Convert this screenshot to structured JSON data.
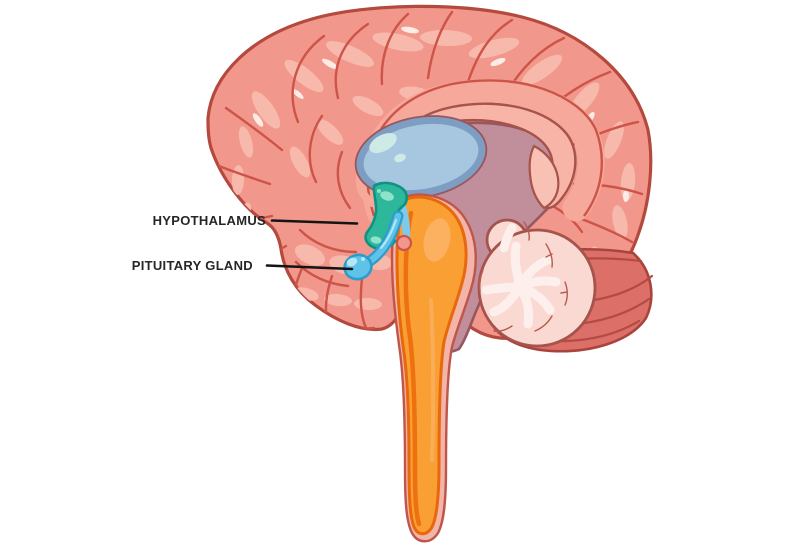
{
  "diagram": {
    "annotations": [
      {
        "label": "HYPOTHALAMUS"
      },
      {
        "label": "PITUITARY GLAND"
      }
    ],
    "parts": [
      "cerebrum",
      "cingulate-band",
      "corpus-callosum",
      "thalamus",
      "hypothalamus",
      "pituitary-gland",
      "brainstem",
      "spinal-cord",
      "cerebellum",
      "occipital-band"
    ]
  },
  "colors": {
    "background": "#ffffff",
    "cortex": "#f2978b",
    "cortex-light": "#f8b9ad",
    "cortex-glint": "#fdebe6",
    "gyri-line": "#cd5448",
    "brain-outline": "#b4493e",
    "cingulate": "#f6a99b",
    "corpus-callosum": "#f8b4a6",
    "cc-outline": "#a5534b",
    "flap": "#f8c1b4",
    "mauve": "#c18e9b",
    "mauve-outline": "#96575f",
    "thalamus-ring": "#7e9dc2",
    "thalamus-fill": "#a7c7e1",
    "thalamus-highlight": "#cdeae6",
    "band-fill": "#dc6f67",
    "band-stripe": "#b24b43",
    "band-outline": "#a8443c",
    "cerebellum-fill": "#f9d9d1",
    "cerebellum-arbor": "#fdf0ec",
    "cerebellum-vein": "#b85a50",
    "sheath-pink": "#f3b4aa",
    "sheath-line": "#c05549",
    "stem-orange": "#f99f33",
    "stem-orange-dark": "#e8680c",
    "stem-stripe": "#ee7110",
    "stem-highlight": "#fbb469",
    "ventricle-blue": "#7fc9ea",
    "hypothalamus-fill": "#2db79b",
    "hypothalamus-outline": "#0e9281",
    "hypothalamus-highlight": "#8fe3cb",
    "pituitary-fill": "#5fc3e9",
    "pituitary-outline": "#2e9dc9",
    "pituitary-highlight": "#b5e8f6",
    "label-color": "#262626",
    "leader-color": "#141414"
  }
}
